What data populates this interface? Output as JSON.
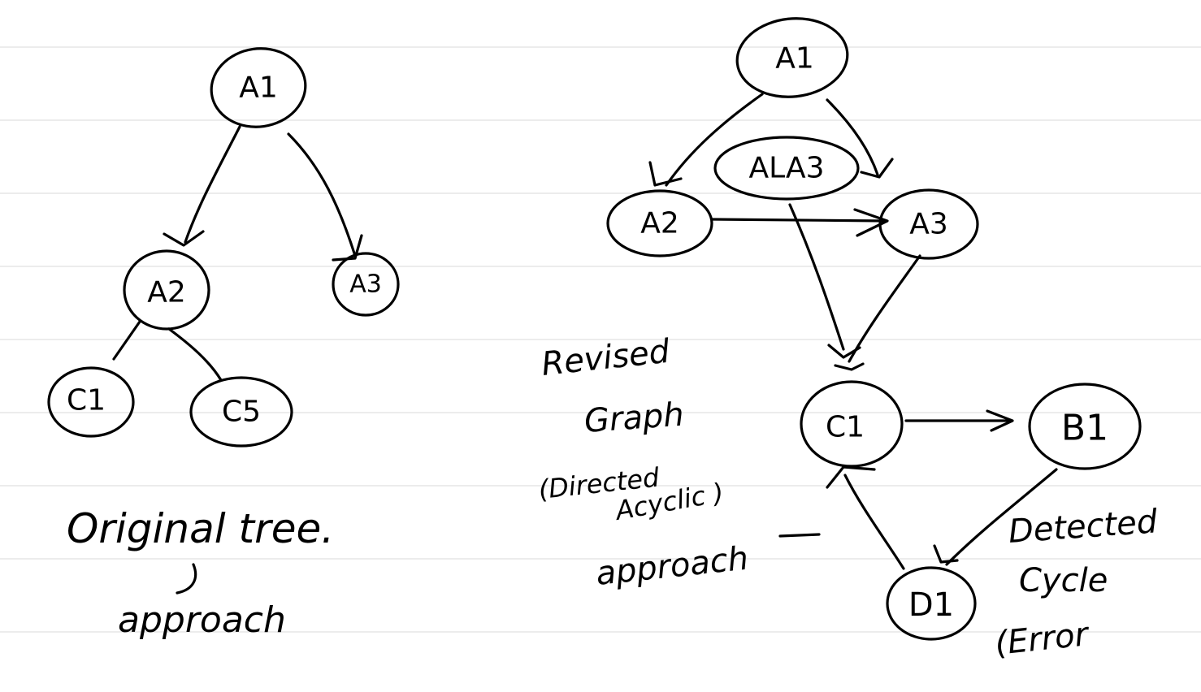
{
  "tree": {
    "nodes": {
      "a1": "A1",
      "a2": "A2",
      "a3": "A3",
      "c1": "C1",
      "c5": "C5"
    },
    "caption_line1": "Original tree.",
    "caption_line2": "approach"
  },
  "graph": {
    "nodes": {
      "a1": "A1",
      "ala3": "ALA3",
      "a2": "A2",
      "a3": "A3",
      "c1": "C1",
      "b1": "B1",
      "d1": "D1"
    },
    "caption_line1": "Revised",
    "caption_line2": "Graph",
    "caption_line3": "(Directed",
    "caption_line4": "Acyclic )",
    "caption_line5": "approach",
    "error_line1": "Detected",
    "error_line2": "Cycle",
    "error_line3": "(Error"
  }
}
